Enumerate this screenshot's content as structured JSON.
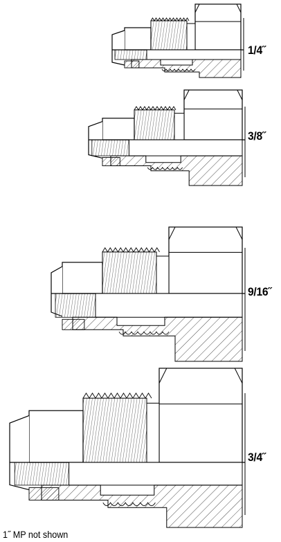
{
  "fittings": [
    {
      "label": "1/4˝"
    },
    {
      "label": "3/8˝"
    },
    {
      "label": "9/16˝"
    },
    {
      "label": "3/4˝"
    }
  ],
  "footnote": "1˝ MP not shown"
}
